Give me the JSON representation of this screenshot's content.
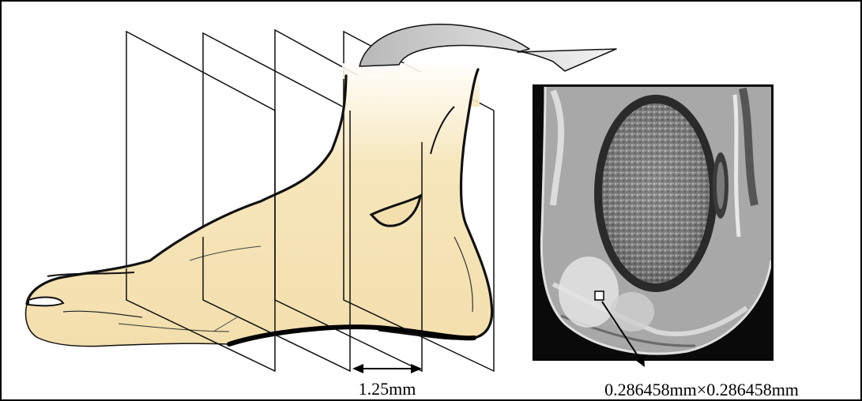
{
  "labels": {
    "slice_spacing": "1.25mm",
    "pixel_size": "0.286458mm×0.286458mm"
  },
  "colors": {
    "skin": "#f7e8bf",
    "skin_top": "#fdf8ea",
    "outline": "#111111",
    "arrow_fill": "#cfcfcf",
    "scan_background": "#0a0a0a"
  },
  "illustration": {
    "foot": "foot-sketch",
    "scan": "mri-axial-slice",
    "transfer_arrow": "curved-arrow-icon"
  }
}
